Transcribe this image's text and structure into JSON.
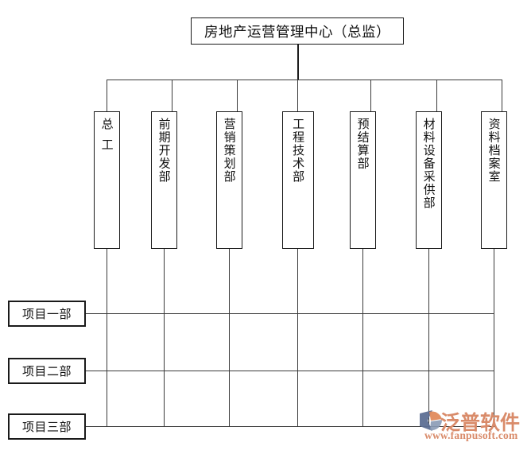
{
  "diagram": {
    "type": "organization-chart",
    "title_box": {
      "label": "房地产运营管理中心（总监）"
    },
    "departments": [
      {
        "label": "总工",
        "orientation": "vertical",
        "spaced": true
      },
      {
        "label": "前期开发部",
        "orientation": "vertical",
        "spaced": false
      },
      {
        "label": "营销策划部",
        "orientation": "vertical",
        "spaced": false
      },
      {
        "label": "工程技术部",
        "orientation": "vertical",
        "spaced": false
      },
      {
        "label": "预结算部",
        "orientation": "vertical",
        "spaced": false
      },
      {
        "label": "材料设备采供部",
        "orientation": "vertical",
        "spaced": false
      },
      {
        "label": "资料档案室",
        "orientation": "vertical",
        "spaced": false
      }
    ],
    "projects": [
      {
        "label": "项目一部"
      },
      {
        "label": "项目二部"
      },
      {
        "label": "项目三部"
      }
    ],
    "colors": {
      "line": "#3a3a3a",
      "box_border": "#1a1a1a",
      "text": "#111111",
      "background": "#ffffff",
      "watermark_orange": "#d98b6a",
      "watermark_blue": "#5d6f93"
    }
  },
  "watermark": {
    "brand": "泛普软件",
    "url": "www.fanpusoft.com"
  }
}
